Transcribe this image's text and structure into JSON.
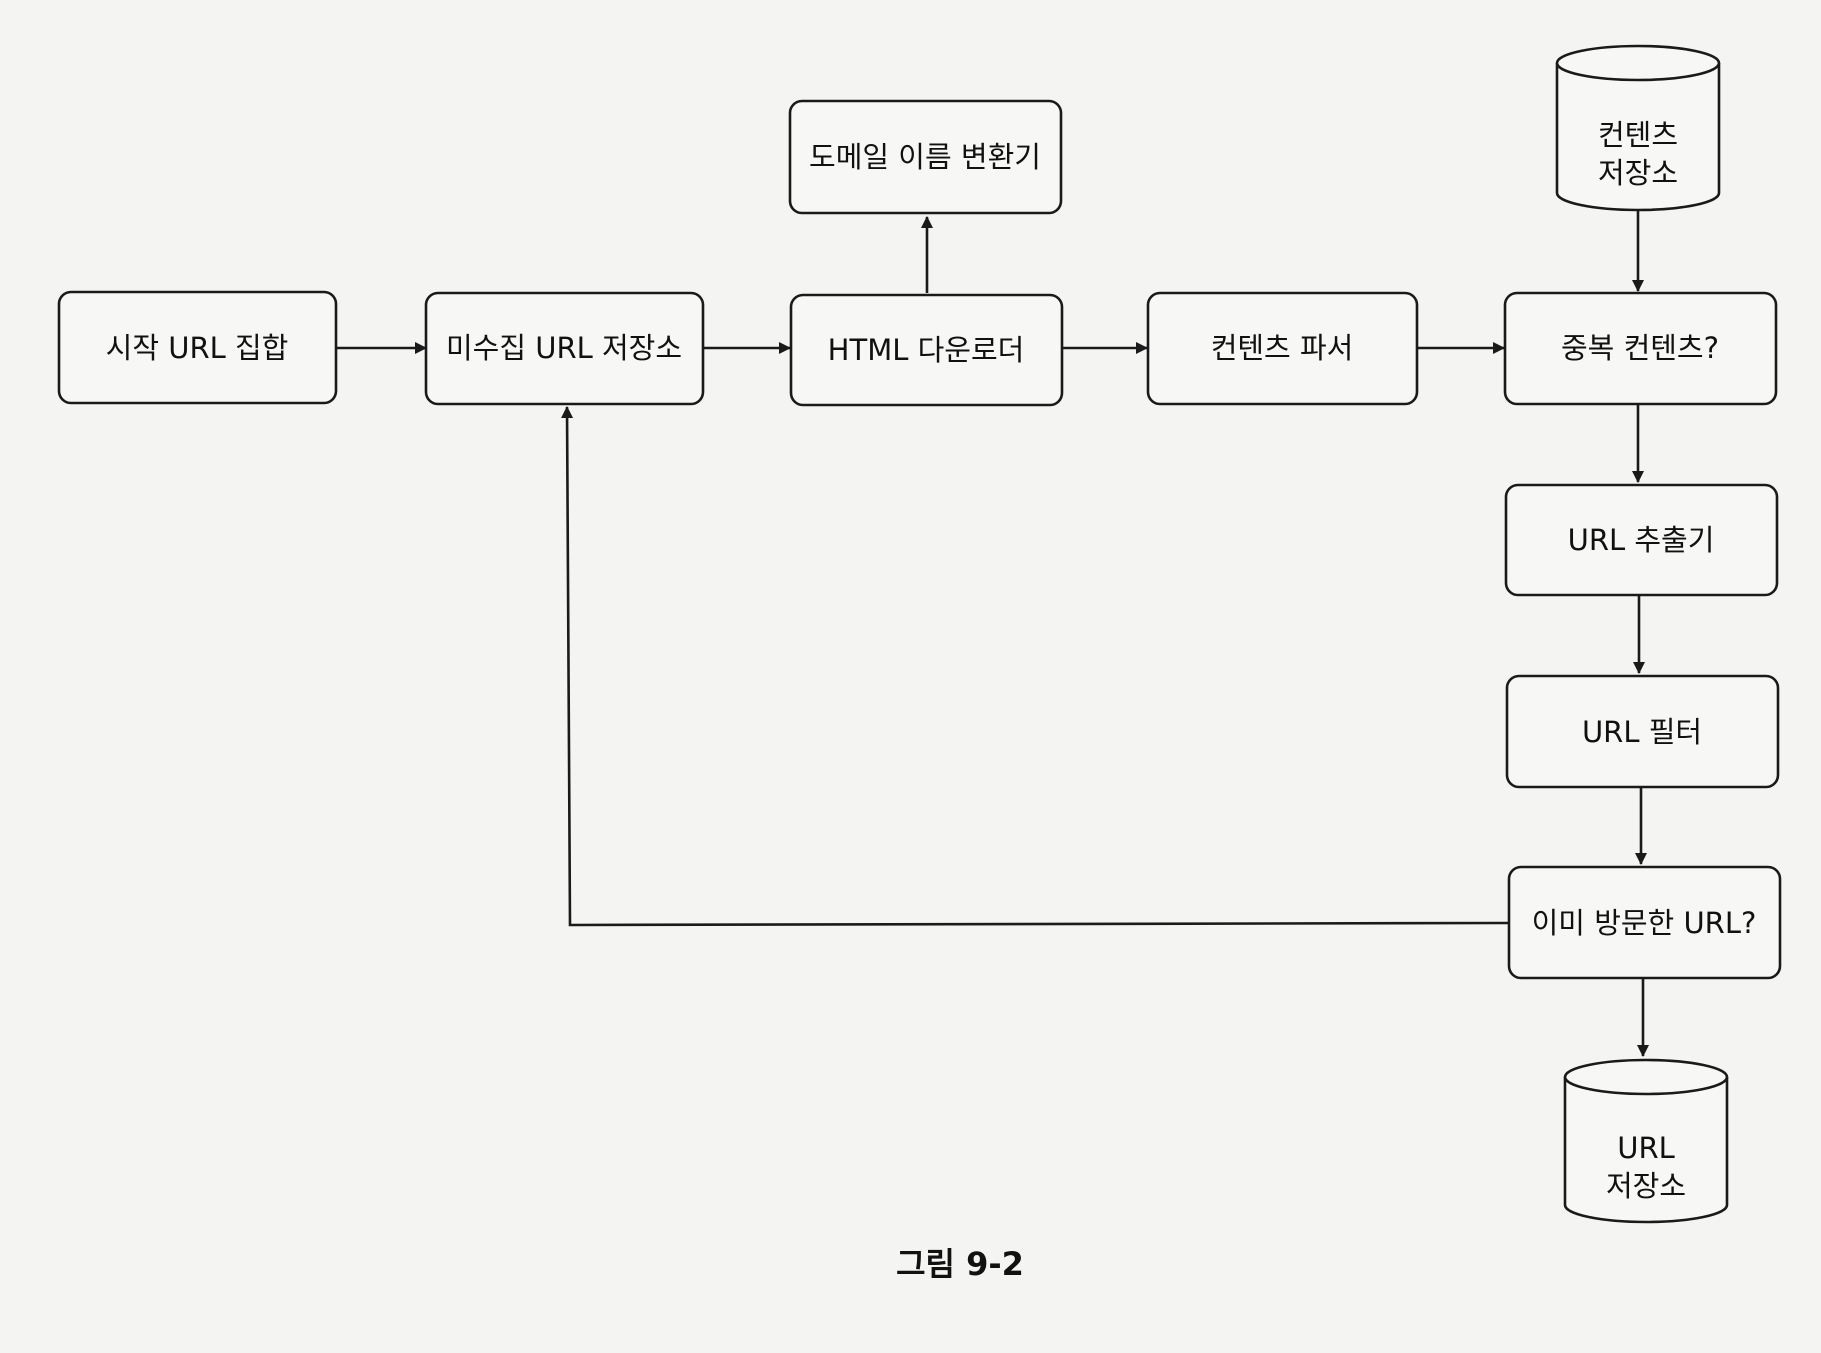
{
  "diagram": {
    "nodes": {
      "seed_urls": "시작 URL 집합",
      "url_frontier": "미수집 URL 저장소",
      "html_downloader": "HTML 다운로더",
      "dns_resolver": "도메일 이름 변환기",
      "content_parser": "컨텐츠 파서",
      "content_seen": "중복 컨텐츠?",
      "url_extractor": "URL 추출기",
      "url_filter": "URL 필터",
      "url_seen": "이미 방문한 URL?",
      "content_storage": [
        "컨텐츠",
        "저장소"
      ],
      "url_storage": [
        "URL",
        "저장소"
      ]
    },
    "caption": "그림 9-2",
    "colors": {
      "stroke": "#1a1a1a",
      "fill": "#f7f7f5",
      "background": "#f4f4f2"
    }
  }
}
